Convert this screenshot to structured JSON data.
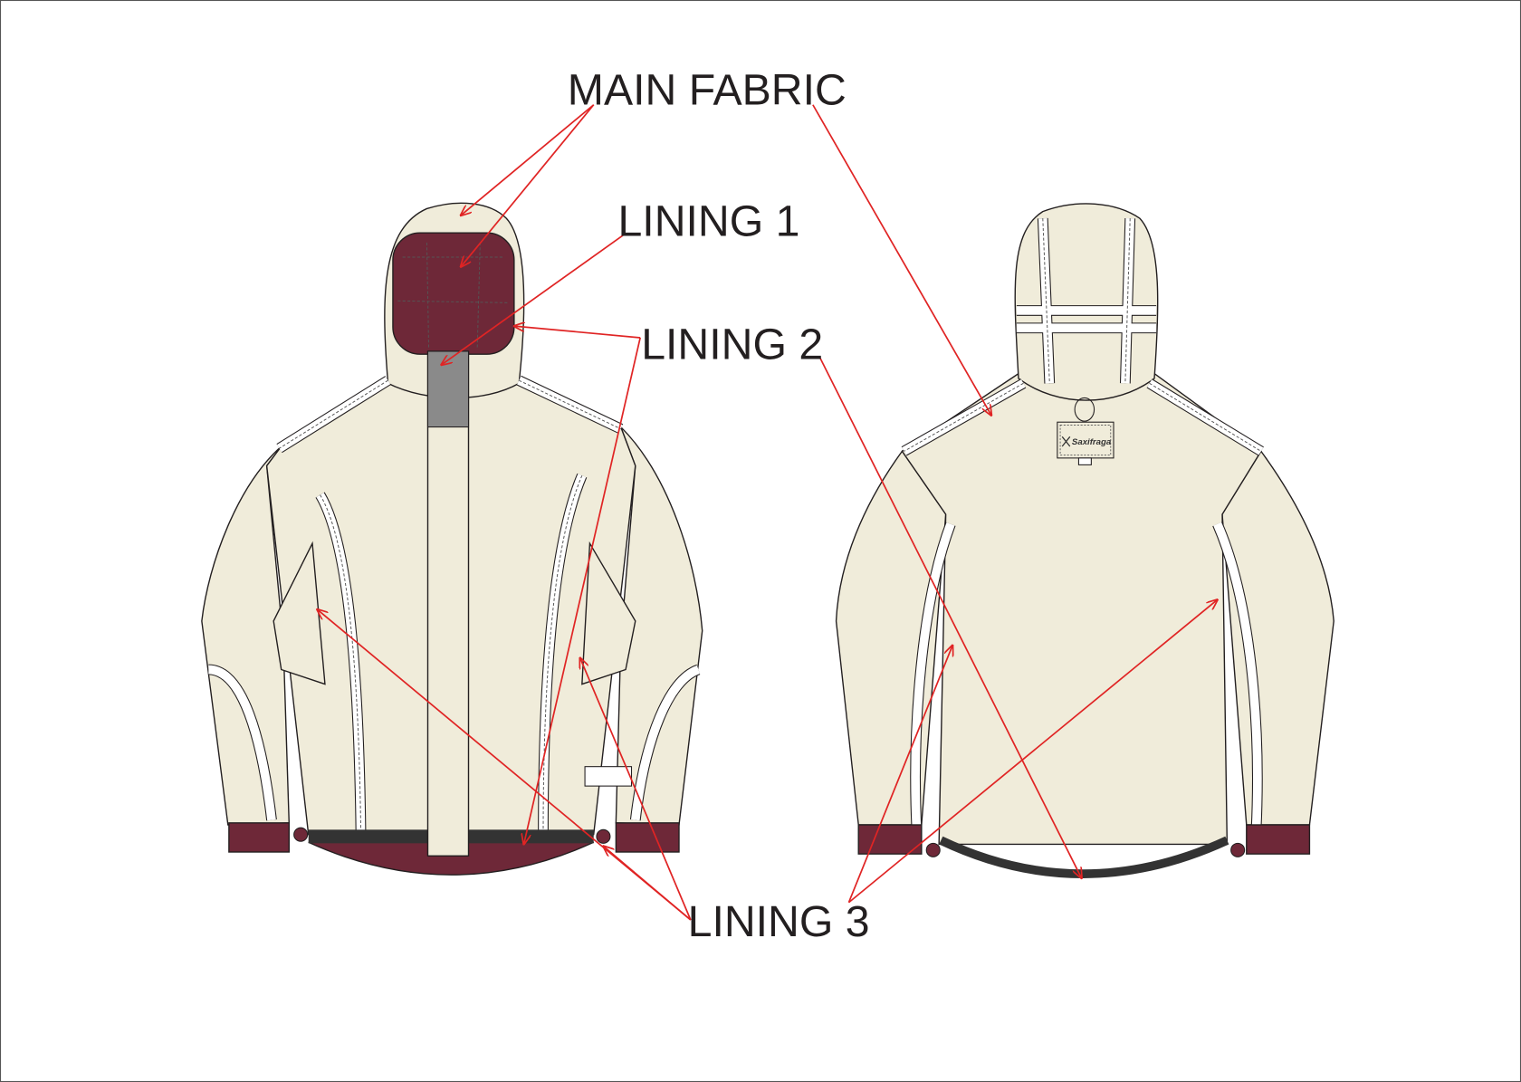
{
  "labels": {
    "main_fabric": "MAIN FABRIC",
    "lining_1": "LINING 1",
    "lining_2": "LINING 2",
    "lining_3": "LINING 3"
  },
  "logo_text": "Saxifraga",
  "colors": {
    "main_fabric": "#f0ecda",
    "lining_maroon": "#6e2838",
    "lining_gray": "#8a8a8a",
    "hem_dark": "#333333",
    "arrow": "#e02424"
  }
}
